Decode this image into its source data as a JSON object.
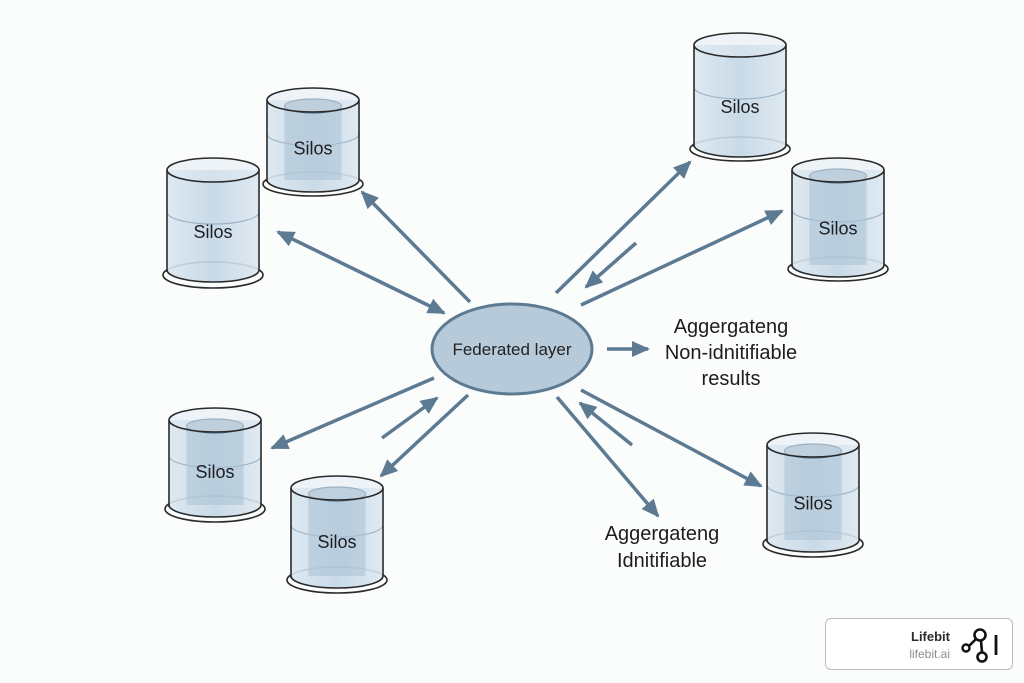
{
  "hub": {
    "label": "Federated layer"
  },
  "silos": [
    {
      "id": "top-left-inner",
      "label": "Silos",
      "style": "inner-core"
    },
    {
      "id": "left-upper",
      "label": "Silos",
      "style": "plain"
    },
    {
      "id": "top-right",
      "label": "Silos",
      "style": "plain"
    },
    {
      "id": "right-upper",
      "label": "Silos",
      "style": "inner-core"
    },
    {
      "id": "left-lower",
      "label": "Silos",
      "style": "inner-core"
    },
    {
      "id": "bottom-left",
      "label": "Silos",
      "style": "inner-core"
    },
    {
      "id": "bottom-right",
      "label": "Silos",
      "style": "inner-core"
    }
  ],
  "outputs": {
    "non_identifiable": {
      "lines": [
        "Aggergateng",
        "Non-idnitifiable",
        "results"
      ]
    },
    "identifiable": {
      "lines": [
        "Aggergateng",
        "Idnitifiable"
      ]
    }
  },
  "brand": {
    "name": "Lifebit",
    "url": "lifebit.ai",
    "logo_icon": "graph-nodes-icon"
  },
  "colors": {
    "arrow": "#5c7a92",
    "hub_fill": "#b7cad9",
    "hub_stroke": "#5c7a92",
    "silo_fill": "#c9dbe8",
    "outline": "#2a2a2a"
  }
}
